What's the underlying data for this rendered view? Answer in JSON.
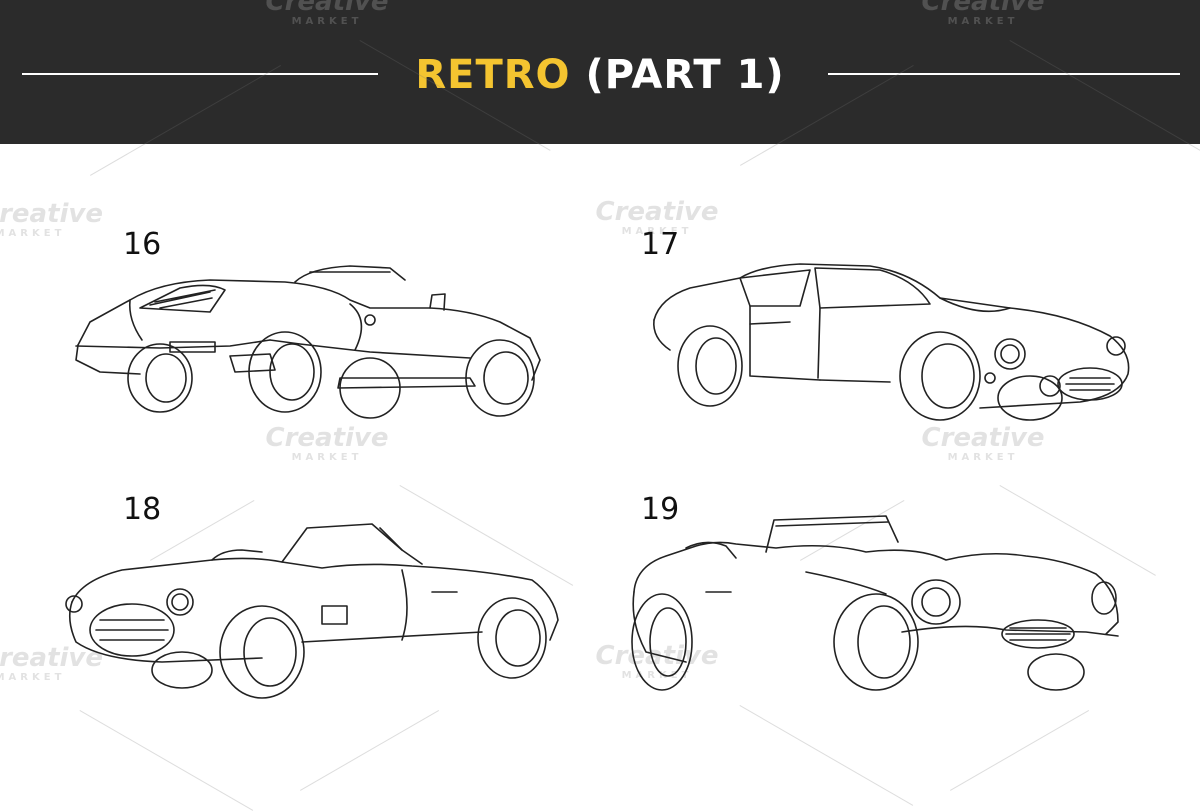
{
  "header": {
    "title_accent": "RETRO",
    "title_rest": "(PART 1)",
    "accent_color": "#f4c430",
    "banner_color": "#2b2b2b"
  },
  "watermark": {
    "brand": "Creative",
    "sub": "MARKET"
  },
  "cars": [
    {
      "number": "16",
      "icon": "roadster-rear-view-icon"
    },
    {
      "number": "17",
      "icon": "coupe-front-view-icon"
    },
    {
      "number": "18",
      "icon": "convertible-front-view-icon"
    },
    {
      "number": "19",
      "icon": "sports-car-front-view-icon"
    }
  ]
}
